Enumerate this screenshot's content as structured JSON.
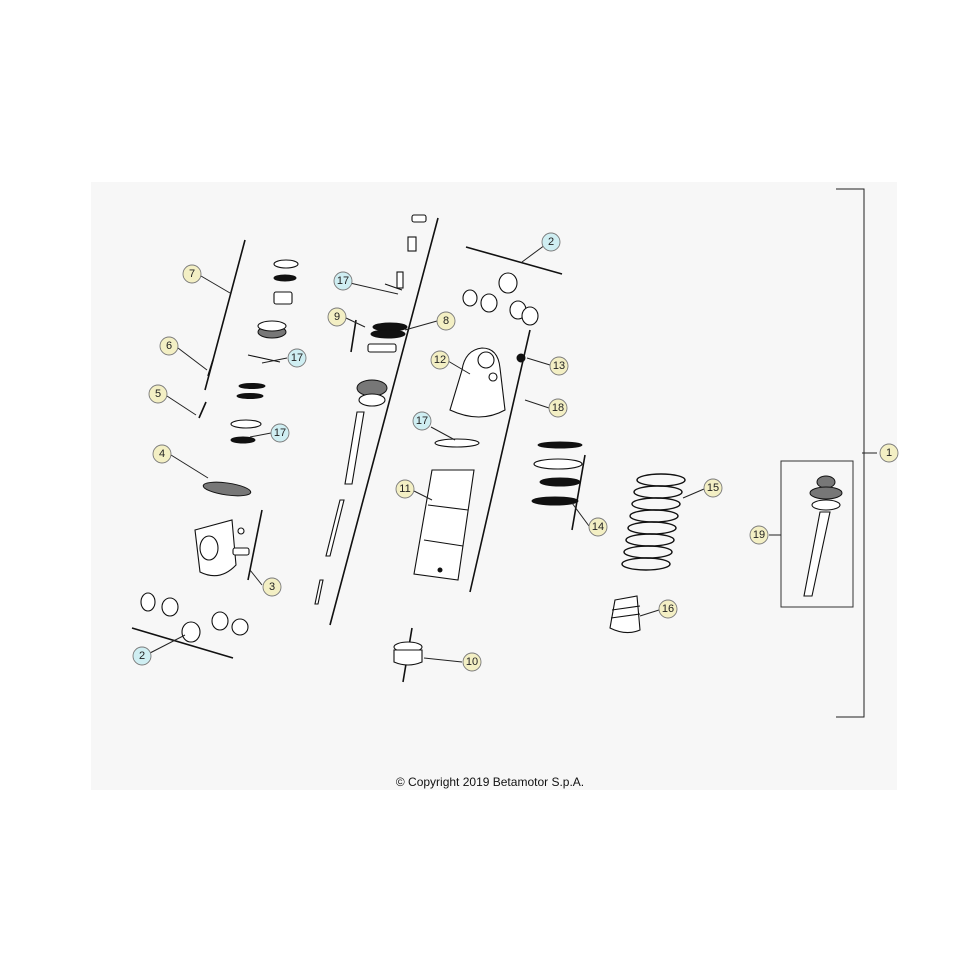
{
  "diagram": {
    "callouts": [
      {
        "label": "1",
        "fill": "#f3efc4"
      },
      {
        "label": "2",
        "fill": "#cfeef2"
      },
      {
        "label": "2",
        "fill": "#cfeef2"
      },
      {
        "label": "3",
        "fill": "#f3efc4"
      },
      {
        "label": "4",
        "fill": "#f3efc4"
      },
      {
        "label": "5",
        "fill": "#f3efc4"
      },
      {
        "label": "6",
        "fill": "#f3efc4"
      },
      {
        "label": "7",
        "fill": "#f3efc4"
      },
      {
        "label": "8",
        "fill": "#f3efc4"
      },
      {
        "label": "9",
        "fill": "#f3efc4"
      },
      {
        "label": "10",
        "fill": "#f3efc4"
      },
      {
        "label": "11",
        "fill": "#f3efc4"
      },
      {
        "label": "12",
        "fill": "#f3efc4"
      },
      {
        "label": "13",
        "fill": "#f3efc4"
      },
      {
        "label": "14",
        "fill": "#f3efc4"
      },
      {
        "label": "15",
        "fill": "#f3efc4"
      },
      {
        "label": "16",
        "fill": "#f3efc4"
      },
      {
        "label": "17",
        "fill": "#cfeef2"
      },
      {
        "label": "17",
        "fill": "#cfeef2"
      },
      {
        "label": "17",
        "fill": "#cfeef2"
      },
      {
        "label": "17",
        "fill": "#cfeef2"
      },
      {
        "label": "18",
        "fill": "#f3efc4"
      },
      {
        "label": "19",
        "fill": "#f3efc4"
      }
    ]
  },
  "footer": {
    "copyright": "© Copyright 2019 Betamotor S.p.A."
  }
}
